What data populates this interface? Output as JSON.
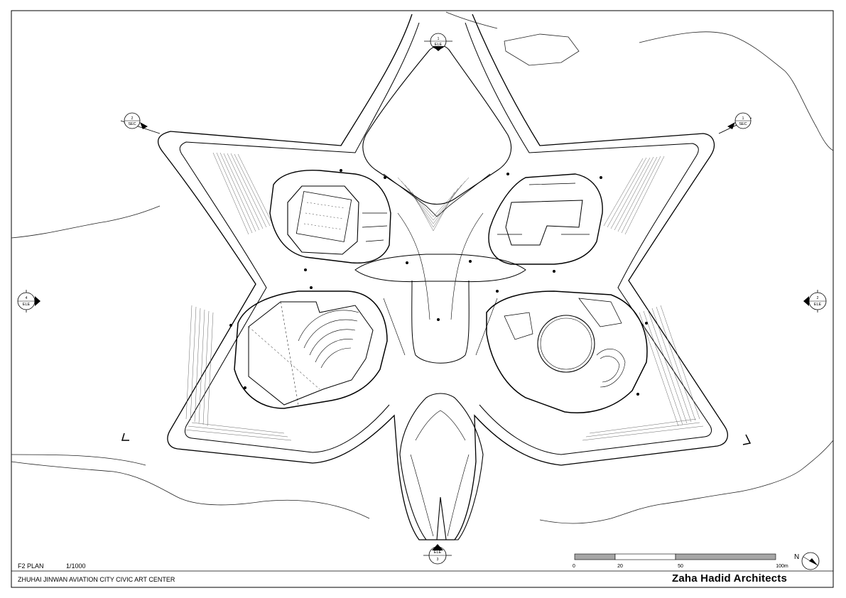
{
  "markers": {
    "top": {
      "num": "1",
      "code": "ELE"
    },
    "upper_left": {
      "num": "2",
      "code": "SEC"
    },
    "upper_right": {
      "num": "1",
      "code": "SEC"
    },
    "left": {
      "num": "4",
      "code": "ELE"
    },
    "right": {
      "num": "2",
      "code": "ELE"
    },
    "bottom": {
      "num": "3",
      "code": "ELE"
    }
  },
  "title_block": {
    "plan_name": "F2 PLAN",
    "scale": "1/1000",
    "project": "ZHUHAI JINWAN AVIATION CITY CIVIC ART CENTER",
    "architect": "Zaha Hadid Architects"
  },
  "scale_bar": {
    "labels": [
      "0",
      "20",
      "50",
      "100m"
    ],
    "segment_fill": [
      "#a6a6a6",
      "#ffffff",
      "#a6a6a6"
    ]
  },
  "north_arrow": {
    "label": "N"
  },
  "colors": {
    "line": "#000000",
    "fine": "#555555"
  }
}
